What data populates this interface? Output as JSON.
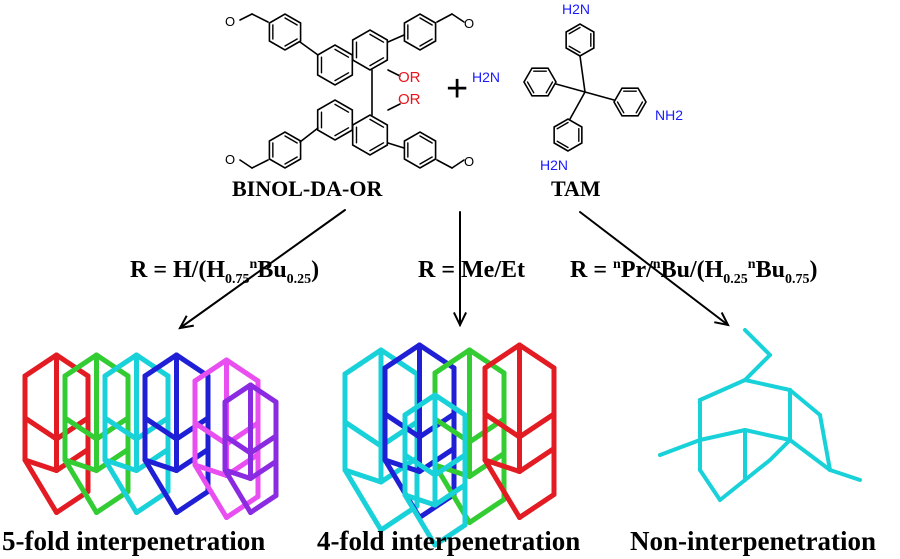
{
  "molecules": {
    "left_label": "BINOL-DA-OR",
    "right_label": "TAM",
    "plus": "+",
    "or_group": "OR",
    "amine_group": "H2N",
    "amine_group_right": "NH2"
  },
  "conditions": {
    "left": {
      "prefix": "R = H/(H",
      "sub1": "0.75",
      "sup1": "n",
      "mid": "Bu",
      "sub2": "0.25",
      "suffix": ")"
    },
    "middle": {
      "text": "R = Me/Et"
    },
    "right": {
      "prefix": "R = ",
      "sup1": "n",
      "mid1": "Pr/",
      "sup2": "n",
      "mid2": "Bu/(H",
      "sub1": "0.25",
      "sup3": "n",
      "mid3": "Bu",
      "sub2": "0.75",
      "suffix": ")"
    }
  },
  "outcomes": {
    "left": "5-fold interpenetration",
    "middle": "4-fold interpenetration",
    "right": "Non-interpenetration"
  },
  "colors": {
    "oxygen": "#e8141c",
    "nitrogen": "#1a1aff",
    "net_red": "#e31b23",
    "net_green": "#33cc33",
    "net_cyan": "#19d1d9",
    "net_blue": "#1f1fd6",
    "net_magenta": "#e84ef0",
    "net_purple": "#8a2be2",
    "net_teal": "#1aa3a3"
  }
}
